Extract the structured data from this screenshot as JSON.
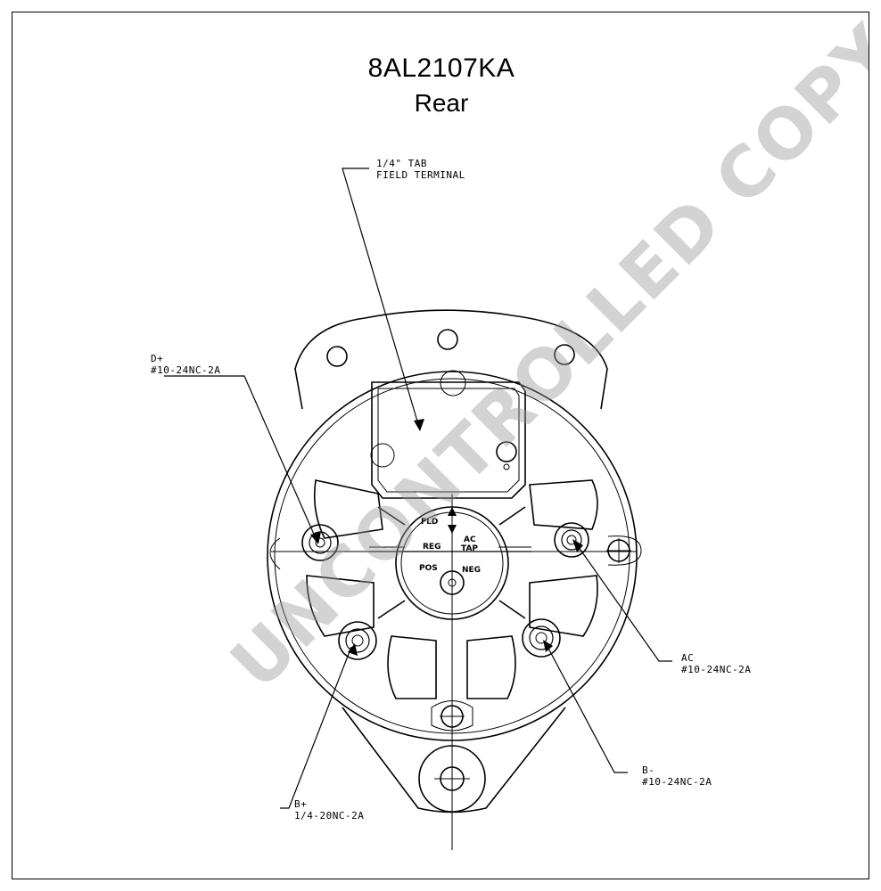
{
  "title": {
    "model": "8AL2107KA",
    "view": "Rear"
  },
  "callouts": {
    "field_terminal": {
      "line1": "1/4\" TAB",
      "line2": "FIELD TERMINAL"
    },
    "d_plus": {
      "line1": "D+",
      "line2": "#10-24NC-2A"
    },
    "ac": {
      "line1": "AC",
      "line2": "#10-24NC-2A"
    },
    "b_minus": {
      "line1": "B-",
      "line2": "#10-24NC-2A"
    },
    "b_plus": {
      "line1": "B+",
      "line2": "1/4-20NC-2A"
    }
  },
  "face_labels": {
    "fld": "FLD",
    "reg": "REG",
    "ac": "AC",
    "tap": "TAP",
    "pos": "POS",
    "neg": "NEG"
  },
  "watermark": "UNCONTROLLED COPY"
}
